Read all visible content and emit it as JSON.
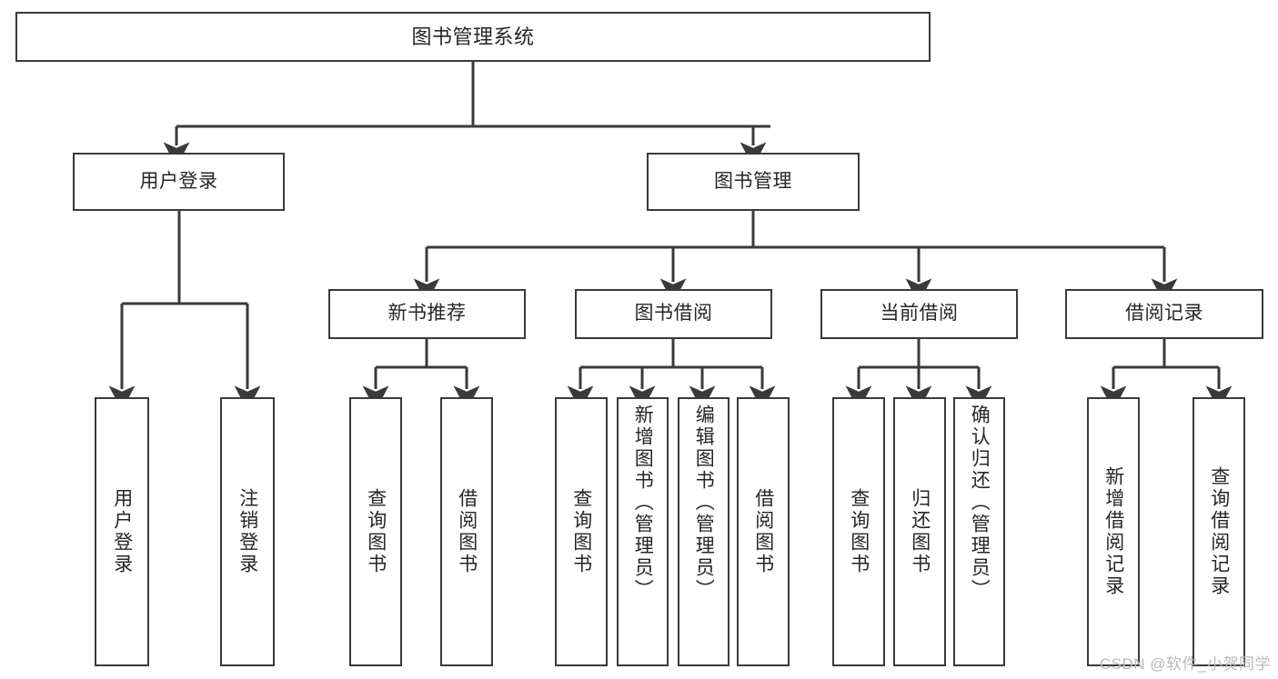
{
  "diagram": {
    "title": "图书管理系统",
    "watermark": "CSDN @软件_小贺同学",
    "stroke_color": "#3a3a3a",
    "text_color": "#262626",
    "background": "#ffffff",
    "nodes": {
      "root": {
        "label": "图书管理系统"
      },
      "level2": [
        {
          "label": "用户登录"
        },
        {
          "label": "图书管理"
        }
      ],
      "level3": [
        {
          "label": "新书推荐"
        },
        {
          "label": "图书借阅"
        },
        {
          "label": "当前借阅"
        },
        {
          "label": "借阅记录"
        }
      ],
      "leaves": {
        "user_login": [
          {
            "label": "用户登录"
          },
          {
            "label": "注销登录"
          }
        ],
        "new_book_recommend": [
          {
            "label": "查询图书"
          },
          {
            "label": "借阅图书"
          }
        ],
        "book_borrow": [
          {
            "label": "查询图书"
          },
          {
            "label": "新增图书（管理员）"
          },
          {
            "label": "编辑图书（管理员）"
          },
          {
            "label": "借阅图书"
          }
        ],
        "current_borrow": [
          {
            "label": "查询图书"
          },
          {
            "label": "归还图书"
          },
          {
            "label": "确认归还（管理员）"
          }
        ],
        "borrow_record": [
          {
            "label": "新增借阅记录"
          },
          {
            "label": "查询借阅记录"
          }
        ]
      }
    }
  }
}
